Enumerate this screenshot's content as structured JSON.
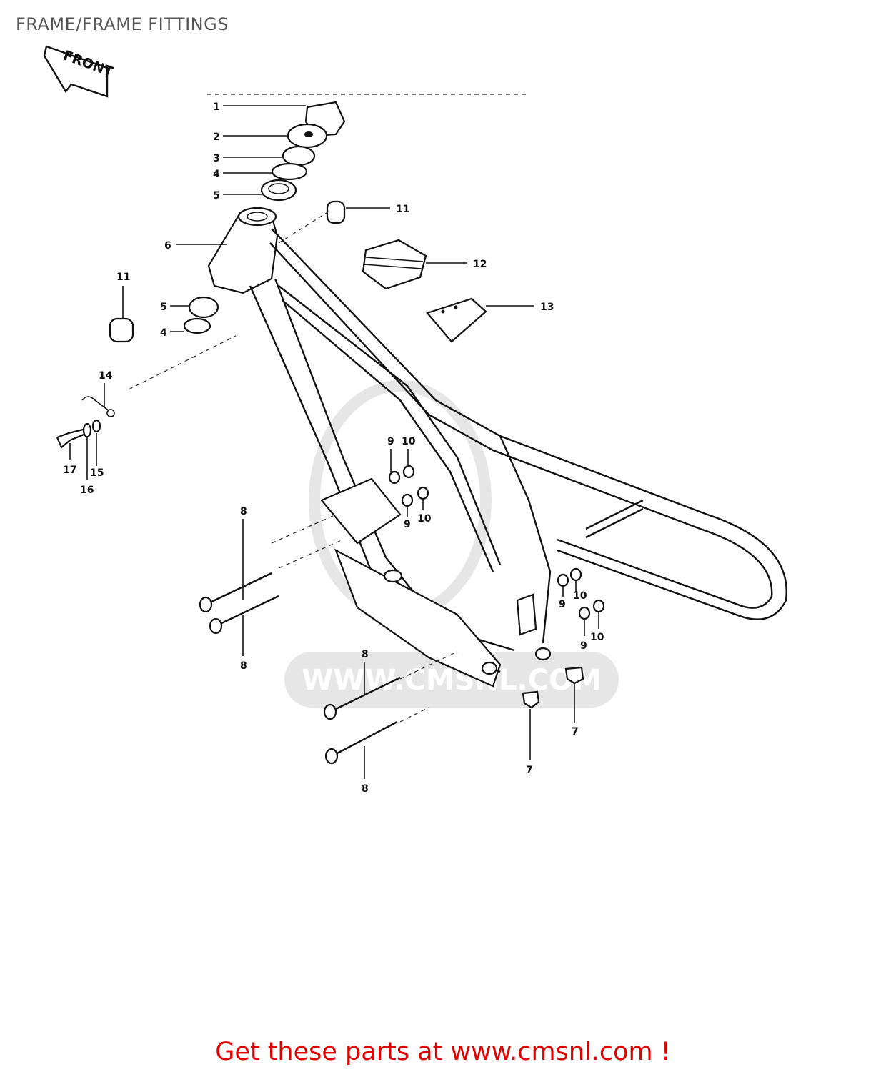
{
  "title": "FRAME/FRAME FITTINGS",
  "front_label": "FRONT",
  "watermark": "WWW.CMSNL.COM",
  "footer": "Get these parts at www.cmsnl.com !",
  "callouts": {
    "c1": "1",
    "c2": "2",
    "c3": "3",
    "c4a": "4",
    "c5a": "5",
    "c6": "6",
    "c11a": "11",
    "c11b": "11",
    "c12": "12",
    "c13": "13",
    "c5b": "5",
    "c4b": "4",
    "c14": "14",
    "c17": "17",
    "c16": "16",
    "c15": "15",
    "c9a": "9",
    "c10a": "10",
    "c9b": "9",
    "c10b": "10",
    "c8a": "8",
    "c8b": "8",
    "c8c": "8",
    "c8d": "8",
    "c9c": "9",
    "c10c": "10",
    "c9d": "9",
    "c10d": "10",
    "c7a": "7",
    "c7b": "7"
  }
}
